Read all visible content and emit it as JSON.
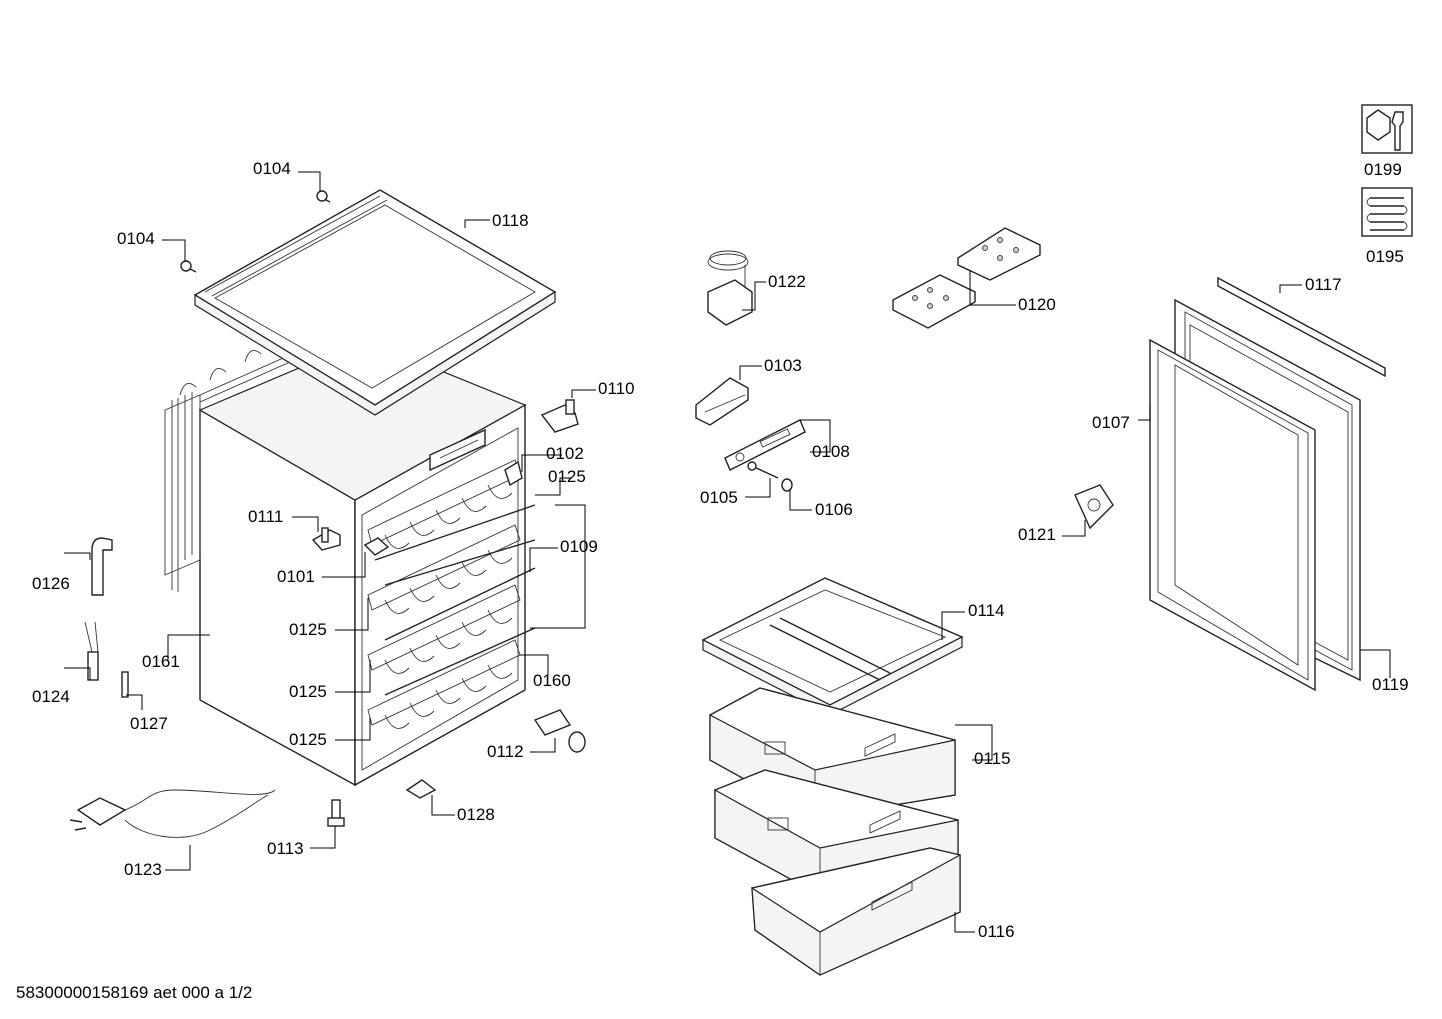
{
  "labels": {
    "p0104a": "0104",
    "p0104b": "0104",
    "p0118": "0118",
    "p0122": "0122",
    "p0120": "0120",
    "p0117": "0117",
    "p0199": "0199",
    "p0195": "0195",
    "p0110": "0110",
    "p0103": "0103",
    "p0102": "0102",
    "p0125a": "0125",
    "p0108": "0108",
    "p0107": "0107",
    "p0111": "0111",
    "p0105": "0105",
    "p0106": "0106",
    "p0109": "0109",
    "p0121": "0121",
    "p0126": "0126",
    "p0101": "0101",
    "p0114": "0114",
    "p0125b": "0125",
    "p0161": "0161",
    "p0160": "0160",
    "p0124": "0124",
    "p0119": "0119",
    "p0125c": "0125",
    "p0127": "0127",
    "p0115": "0115",
    "p0125d": "0125",
    "p0112": "0112",
    "p0128": "0128",
    "p0113": "0113",
    "p0123": "0123",
    "p0116": "0116"
  },
  "footer": "58300000158169 aet 000 a 1/2",
  "icons": [
    "tool-hex-wrench-icon",
    "coil-spring-icon"
  ]
}
